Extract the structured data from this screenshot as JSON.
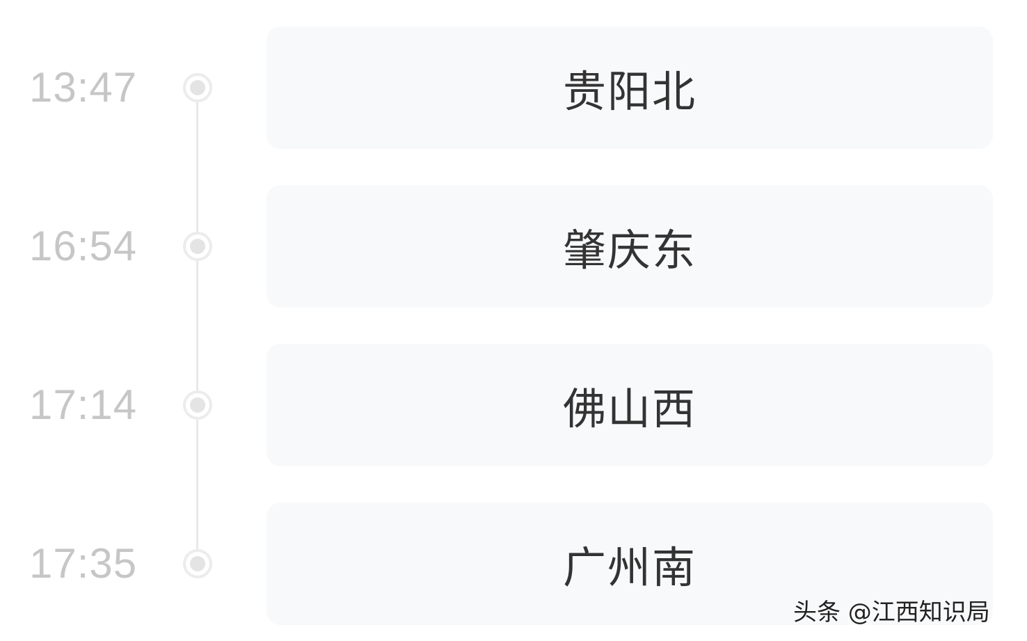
{
  "stops": [
    {
      "time": "13:47",
      "station": "贵阳北"
    },
    {
      "time": "16:54",
      "station": "肇庆东"
    },
    {
      "time": "17:14",
      "station": "佛山西"
    },
    {
      "time": "17:35",
      "station": "广州南"
    }
  ],
  "watermark": "头条 @江西知识局"
}
